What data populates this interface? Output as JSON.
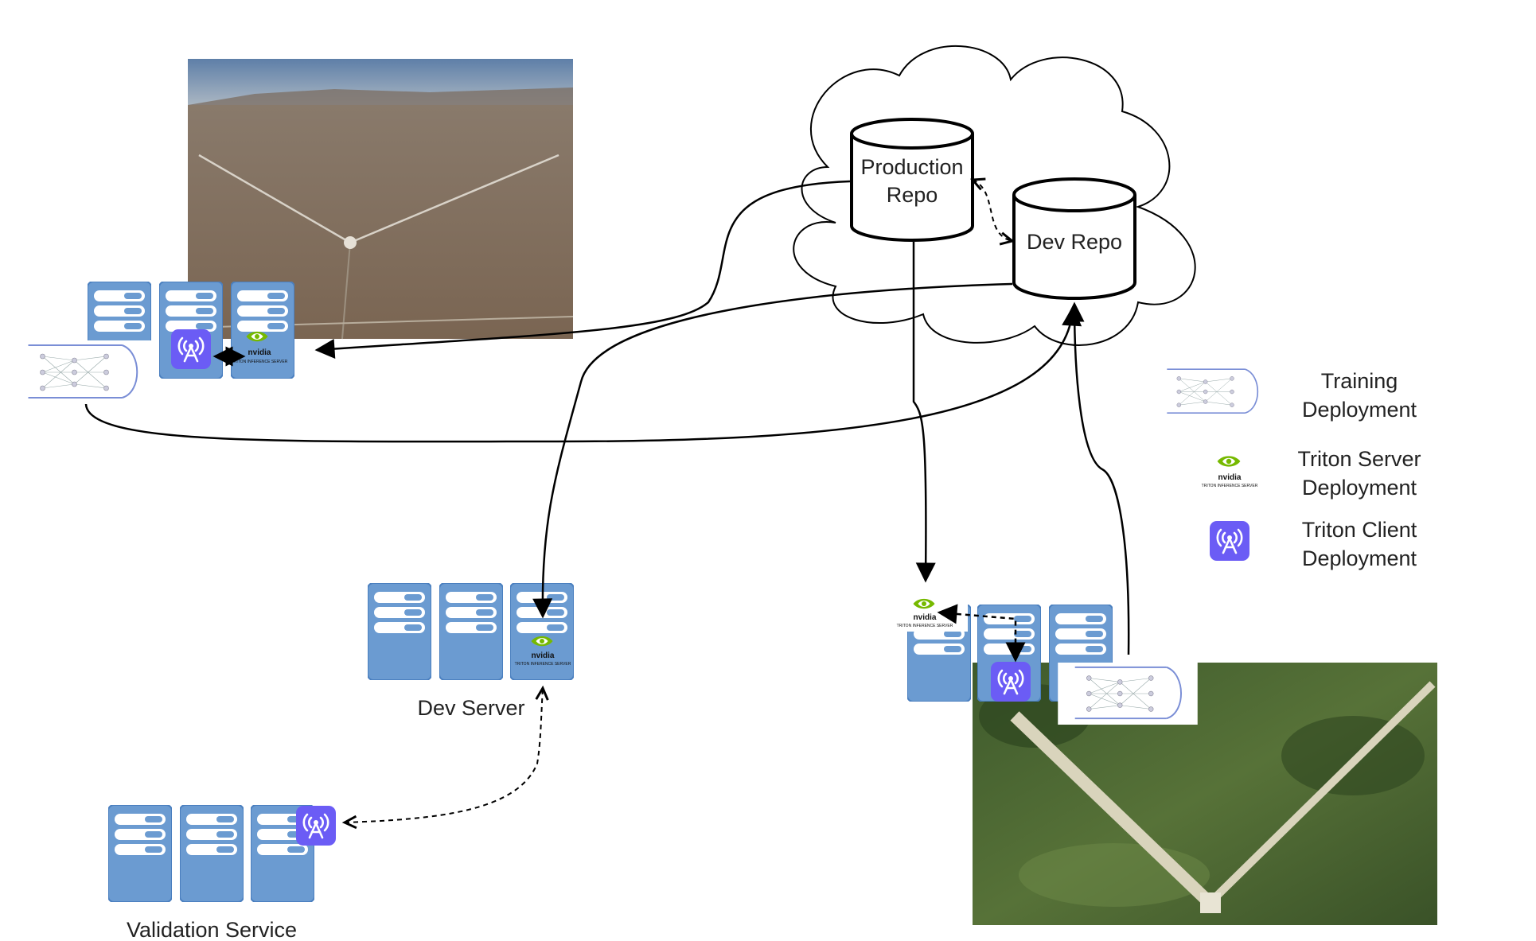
{
  "repos": {
    "production": [
      "Production",
      "Repo"
    ],
    "dev": "Dev Repo"
  },
  "servers": {
    "dev_server": "Dev Server",
    "validation": "Validation Service"
  },
  "legend": {
    "training": [
      "Training",
      "Deployment"
    ],
    "triton_server": [
      "Triton Server",
      "Deployment"
    ],
    "triton_client": [
      "Triton Client",
      "Deployment"
    ]
  },
  "nvidia_logo": {
    "brand": "nvidia",
    "sub": "TRITON INFERENCE SERVER"
  },
  "colors": {
    "server": "#6b9bd1",
    "server_stroke": "#4a7fbf",
    "triton_client": "#6b5cf5",
    "nvidia_green": "#76b900",
    "line": "#000000"
  },
  "icons": {
    "server": "server-rack-icon",
    "triton_client": "broadcast-tower-icon",
    "triton_server": "nvidia-triton-icon",
    "training": "neural-network-icon"
  }
}
